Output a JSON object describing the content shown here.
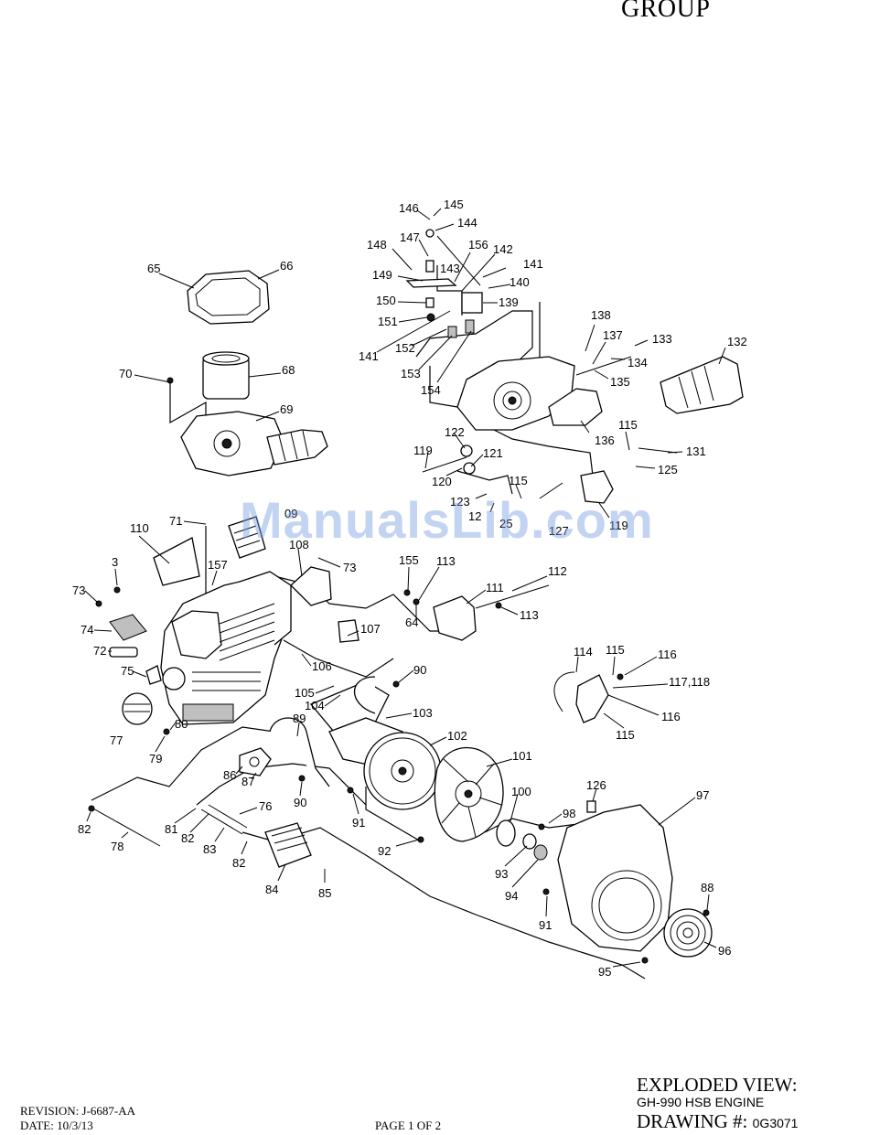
{
  "header": {
    "group_label": "GROUP"
  },
  "watermark": "ManualsLib.com",
  "footer": {
    "revision": "REVISION:  J-6687-AA",
    "date": "DATE:  10/3/13",
    "page": "PAGE 1 OF 2"
  },
  "title_block": {
    "title": "EXPLODED VIEW:",
    "subtitle": "GH-990 HSB ENGINE",
    "drawing_label": "DRAWING #:",
    "drawing_number": "0G3071"
  },
  "part_numbers": [
    "145",
    "146",
    "144",
    "147",
    "148",
    "156",
    "142",
    "143",
    "141",
    "149",
    "140",
    "150",
    "139",
    "151",
    "141",
    "152",
    "153",
    "154",
    "138",
    "137",
    "133",
    "132",
    "134",
    "135",
    "136",
    "115",
    "131",
    "125",
    "122",
    "119",
    "121",
    "120",
    "115",
    "123",
    "12",
    "25",
    "127",
    "119",
    "65",
    "66",
    "70",
    "68",
    "69",
    "110",
    "71",
    "09",
    "108",
    "73",
    "3",
    "157",
    "73",
    "74",
    "72",
    "75",
    "77",
    "79",
    "80",
    "155",
    "113",
    "112",
    "111",
    "64",
    "113",
    "107",
    "106",
    "90",
    "105",
    "104",
    "103",
    "89",
    "102",
    "86",
    "87",
    "90",
    "101",
    "100",
    "126",
    "97",
    "98",
    "93",
    "94",
    "92",
    "91",
    "91",
    "82",
    "76",
    "81",
    "82",
    "78",
    "83",
    "82",
    "84",
    "85",
    "88",
    "96",
    "95",
    "114",
    "115",
    "116",
    "117,118",
    "116",
    "115"
  ]
}
